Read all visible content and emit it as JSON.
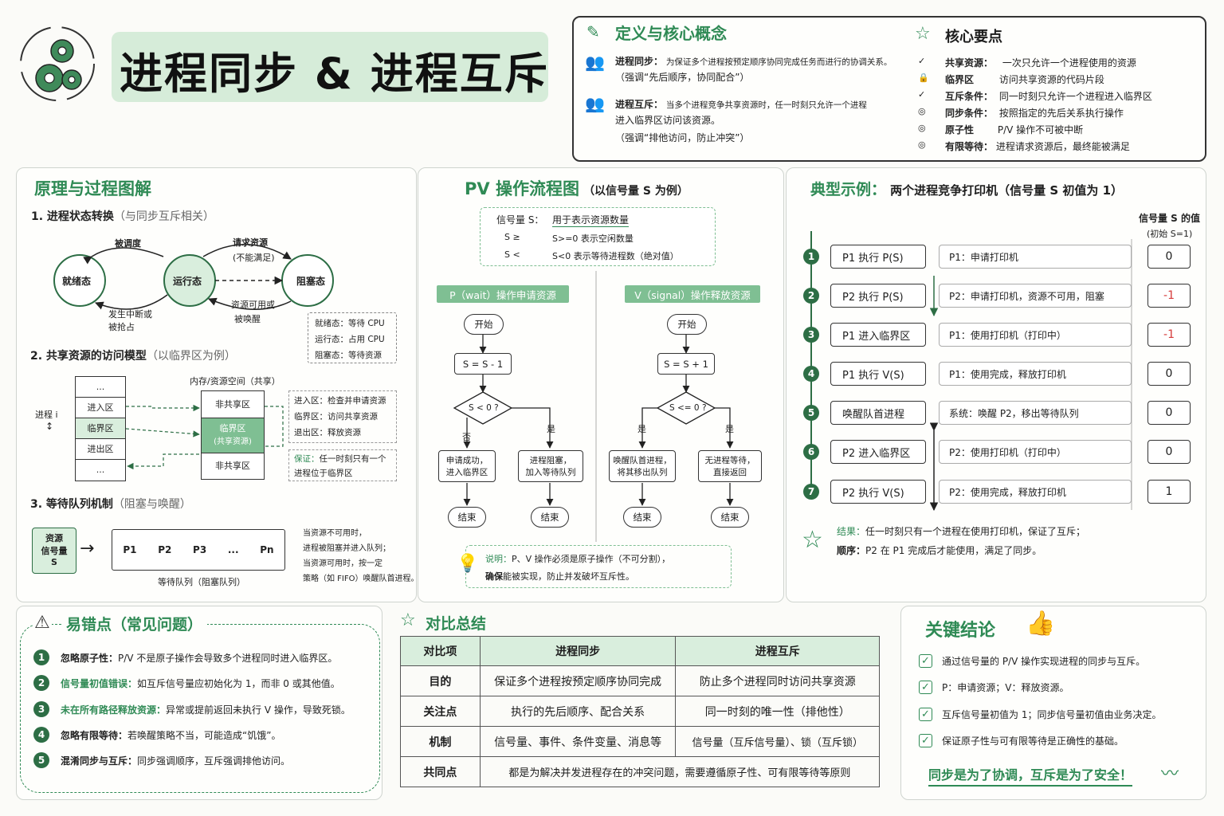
{
  "title": "进程同步 & 进程互斥",
  "definitions": {
    "heading": "定义与核心概念",
    "sync_label": "进程同步：",
    "sync_text": "为保证多个进程按预定顺序协同完成任务而进行的协调关系。",
    "sync_emph": "（强调“先后顺序，协同配合”）",
    "mutex_label": "进程互斥：",
    "mutex_text": "当多个进程竞争共享资源时，任一时刻只允许一个进程",
    "mutex_text2": "进入临界区访问该资源。",
    "mutex_emph": "（强调“排他访问，防止冲突”）"
  },
  "key_points": {
    "heading": "核心要点",
    "items": [
      {
        "label": "共享资源：",
        "text": "一次只允许一个进程使用的资源"
      },
      {
        "label": "临界区",
        "text": "访问共享资源的代码片段"
      },
      {
        "label": "互斥条件：",
        "text": "同一时刻只允许一个进程进入临界区"
      },
      {
        "label": "同步条件：",
        "text": "按照指定的先后关系执行操作"
      },
      {
        "label": "原子性",
        "text": "P/V 操作不可被中断"
      },
      {
        "label": "有限等待：",
        "text": "进程请求资源后，最终能被满足"
      }
    ]
  },
  "principle": {
    "heading": "原理与过程图解",
    "s1_title": "1. 进程状态转换",
    "s1_note": "（与同步互斥相关）",
    "state_ready": "就绪态",
    "state_running": "运行态",
    "state_blocked": "阻塞态",
    "arrow_scheduled": "被调度",
    "arrow_request": "请求资源",
    "arrow_request2": "(不能满足)",
    "arrow_preempt": "发生中断或",
    "arrow_preempt2": "被抢占",
    "arrow_available": "资源可用或",
    "arrow_available2": "被唤醒",
    "legend": [
      "就绪态：等待 CPU",
      "运行态：占用 CPU",
      "阻塞态：等待资源"
    ],
    "s2_title": "2. 共享资源的访问模型",
    "s2_note": "（以临界区为例）",
    "mem_label": "内存/资源空间（共享）",
    "process_label": "进程 i",
    "proc_rows": [
      "...",
      "进入区",
      "临界区",
      "进出区",
      "..."
    ],
    "res_rows": [
      "非共享区",
      "临界区",
      "(共享资源)",
      "非共享区"
    ],
    "zone_notes": [
      "进入区：检查并申请资源",
      "临界区：访问共享资源",
      "退出区：释放资源"
    ],
    "guarantee_label": "保证：",
    "guarantee_text": "任一时刻只有一个",
    "guarantee_text2": "进程位于临界区",
    "s3_title": "3. 等待队列机制",
    "s3_note": "（阻塞与唤醒）",
    "sem_box": [
      "资源",
      "信号量",
      "S"
    ],
    "queue": [
      "P1",
      "P2",
      "P3",
      "...",
      "Pn"
    ],
    "queue_label": "等待队列（阻塞队列）",
    "queue_notes": [
      "当资源不可用时，",
      "进程被阻塞并进入队列；",
      "当资源可用时，按一定",
      "策略（如 FIFO）唤醒队首进程。"
    ]
  },
  "pv": {
    "heading": "PV 操作流程图",
    "heading_note": "（以信号量 S 为例）",
    "sem_label": "信号量 S：",
    "sem_desc": "用于表示资源数量",
    "sem_pos_key": "S ≥",
    "sem_pos": "S>=0 表示空闲数量",
    "sem_neg_key": "S <",
    "sem_neg": "S<0 表示等待进程数（绝对值）",
    "p_bar": "P（wait）操作申请资源",
    "v_bar": "V（signal）操作释放资源",
    "start": "开始",
    "p_step": "S = S - 1",
    "v_step": "S = S + 1",
    "p_cond": "S < 0 ?",
    "v_cond": "S <= 0 ?",
    "no": "否",
    "yes": "是",
    "p_ok": [
      "申请成功，",
      "进入临界区"
    ],
    "p_block": [
      "进程阻塞，",
      "加入等待队列"
    ],
    "v_wake": [
      "唤醒队首进程，",
      "将其移出队列"
    ],
    "v_none": [
      "无进程等待，",
      "直接返回"
    ],
    "end": "结束",
    "note_label": "说明：",
    "note_text": "P、V 操作必须是原子操作（不可分割），",
    "note_label2": "确保",
    "note_text2": "能被实现，防止并发破坏互斥性。"
  },
  "example": {
    "heading": "典型示例：",
    "heading_text": "两个进程竞争打印机（信号量 S 初值为 1）",
    "s_header": "信号量 S 的值",
    "s_header2": "(初始 S=1)",
    "steps": [
      {
        "n": "1",
        "action": "P1 执行 P(S)",
        "desc": "P1：申请打印机",
        "s": "0",
        "neg": false
      },
      {
        "n": "2",
        "action": "P2 执行 P(S)",
        "desc": "P2：申请打印机，资源不可用，阻塞",
        "s": "-1",
        "neg": true
      },
      {
        "n": "3",
        "action": "P1 进入临界区",
        "desc": "P1：使用打印机（打印中）",
        "s": "-1",
        "neg": true
      },
      {
        "n": "4",
        "action": "P1 执行 V(S)",
        "desc": "P1：使用完成，释放打印机",
        "s": "0",
        "neg": false
      },
      {
        "n": "5",
        "action": "唤醒队首进程",
        "desc": "系统：唤醒 P2，移出等待队列",
        "s": "0",
        "neg": false
      },
      {
        "n": "6",
        "action": "P2 进入临界区",
        "desc": "P2：使用打印机（打印中）",
        "s": "0",
        "neg": false
      },
      {
        "n": "7",
        "action": "P2 执行 V(S)",
        "desc": "P2：使用完成，释放打印机",
        "s": "1",
        "neg": false
      }
    ],
    "result_label": "结果：",
    "result_text": "任一时刻只有一个进程在使用打印机，保证了互斥；",
    "order_label": "顺序：",
    "order_text": "P2 在 P1 完成后才能使用，满足了同步。"
  },
  "pitfalls": {
    "heading": "易错点（常见问题）",
    "items": [
      {
        "label": "忽略原子性：",
        "text": "P/V 不是原子操作会导致多个进程同时进入临界区。"
      },
      {
        "label": "信号量初值错误：",
        "text": "如互斥信号量应初始化为 1，而非 0 或其他值。"
      },
      {
        "label": "未在所有路径释放资源：",
        "text": "异常或提前返回未执行 V 操作，导致死锁。"
      },
      {
        "label": "忽略有限等待：",
        "text": "若唤醒策略不当，可能造成“饥饿”。"
      },
      {
        "label": "混淆同步与互斥：",
        "text": "同步强调顺序，互斥强调排他访问。"
      }
    ]
  },
  "compare": {
    "heading": "对比总结",
    "headers": [
      "对比项",
      "进程同步",
      "进程互斥"
    ],
    "rows": [
      [
        "目的",
        "保证多个进程按预定顺序协同完成",
        "防止多个进程同时访问共享资源"
      ],
      [
        "关注点",
        "执行的先后顺序、配合关系",
        "同一时刻的唯一性（排他性）"
      ],
      [
        "机制",
        "信号量、事件、条件变量、消息等",
        "信号量（互斥信号量）、锁（互斥锁）"
      ]
    ],
    "common_label": "共同点",
    "common_text": "都是为解决并发进程存在的冲突问题，需要遵循原子性、可有限等待等原则"
  },
  "conclusion": {
    "heading": "关键结论",
    "items": [
      "通过信号量的 P/V 操作实现进程的同步与互斥。",
      "P：申请资源；V：释放资源。",
      "互斥信号量初值为 1；同步信号量初值由业务决定。",
      "保证原子性与可有限等待是正确性的基础。"
    ],
    "slogan": "同步是为了协调，互斥是为了安全！"
  },
  "colors": {
    "accent": "#2f8a55",
    "dark_green": "#2d6e45",
    "light_green": "#d9eedd",
    "red": "#d63a3a"
  }
}
